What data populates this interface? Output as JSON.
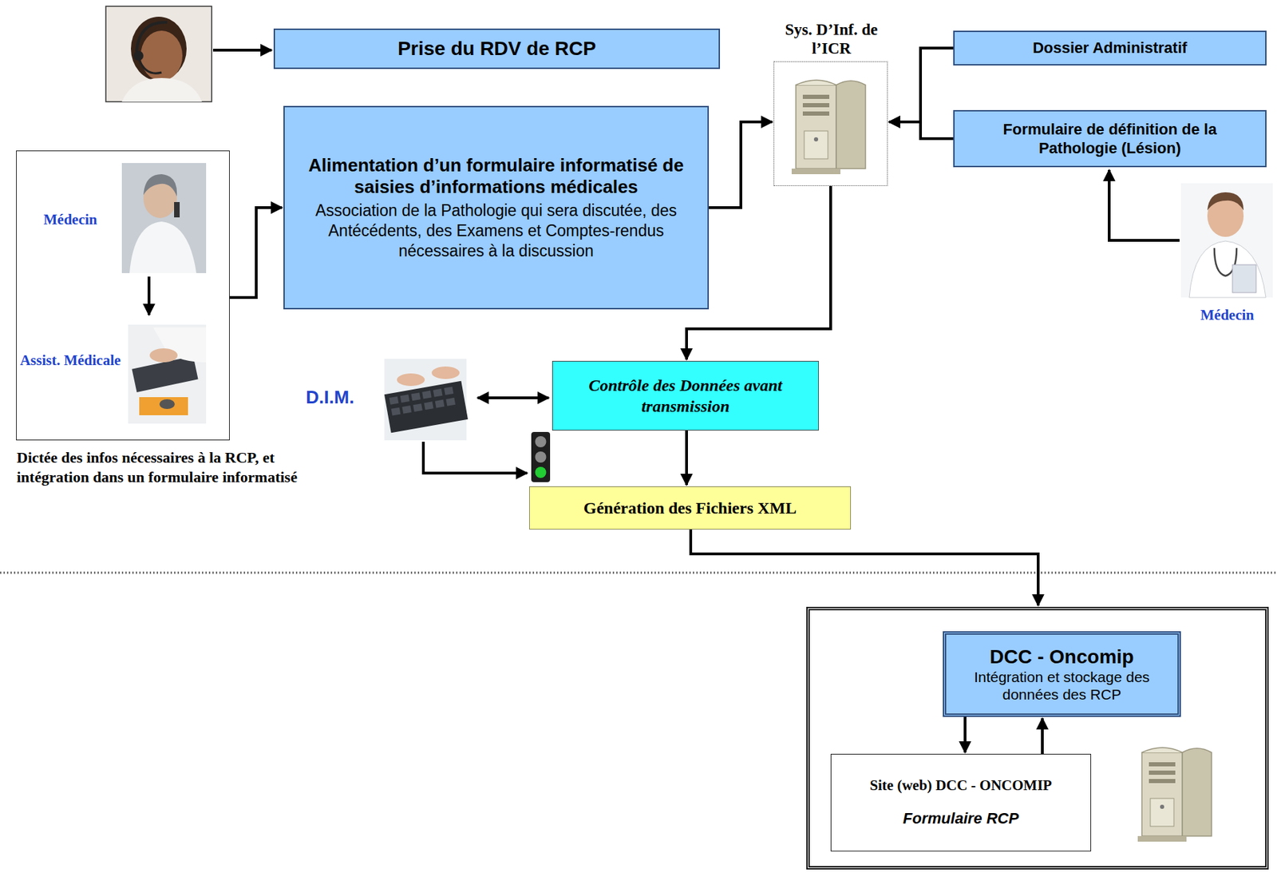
{
  "diagram": {
    "nodes": [
      {
        "text": [
          "Prise du RDV de RCP"
        ]
      },
      {
        "text": [
          "Médecin",
          "Assist. Médicale",
          "Dictée des infos nécessaires à la RCP, et intégration dans un formulaire informatisé"
        ]
      },
      {
        "text": [
          "Alimentation d’un formulaire informatisé de saisies d’informations médicales",
          "Association de la Pathologie qui sera discutée, des Antécédents, des Examens et Comptes-rendus nécessaires à la discussion"
        ]
      },
      {
        "text": [
          "Sys. D’Inf. de l’ICR"
        ]
      },
      {
        "text": [
          "Dossier Administratif"
        ]
      },
      {
        "text": [
          "Formulaire de définition de la Pathologie (Lésion)"
        ]
      },
      {
        "text": [
          "Contrôle des Données avant transmission"
        ]
      },
      {
        "text": [
          "Génération des Fichiers XML"
        ]
      },
      {
        "text": []
      },
      {
        "text": [
          "DCC - Oncomip",
          "Intégration et stockage des données des RCP"
        ],
        "in": 8
      },
      {
        "text": [
          "Site (web) DCC - ONCOMIP",
          "Formulaire RCP"
        ],
        "in": 8
      }
    ],
    "edges": [
      {
        "from": 1,
        "to": 2,
        "arrow": "to"
      },
      {
        "from": 2,
        "to": 3,
        "arrow": "to"
      },
      {
        "from": 4,
        "to": 3,
        "arrow": "to"
      },
      {
        "from": 5,
        "to": 3,
        "arrow": "to"
      },
      {
        "from": 3,
        "to": 6,
        "arrow": "to"
      },
      {
        "from": 6,
        "to": 7,
        "arrow": "to"
      },
      {
        "from": 7,
        "to": 8,
        "arrow": "to"
      },
      {
        "from": 9,
        "to": 10,
        "arrow": "to"
      },
      {
        "from": 10,
        "to": 9,
        "arrow": "to"
      }
    ],
    "labels": [
      "Médecin",
      "D.I.M."
    ]
  }
}
